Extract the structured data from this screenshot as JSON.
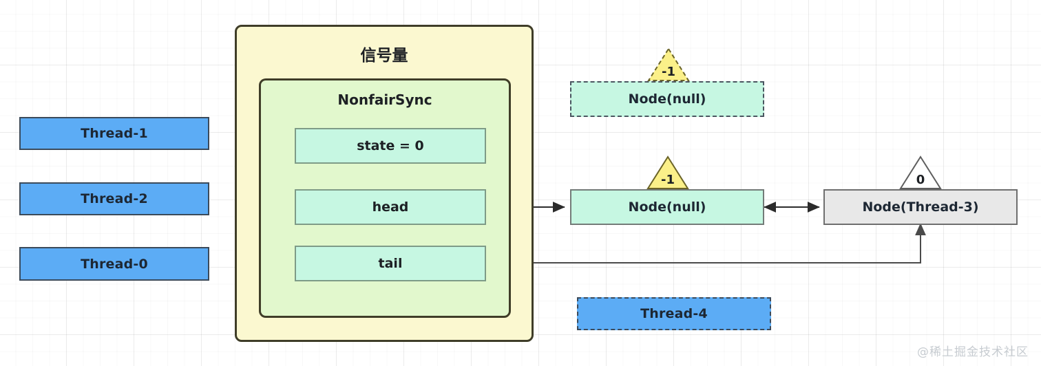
{
  "diagram": {
    "semaphore": {
      "title": "信号量",
      "sync": {
        "title": "NonfairSync",
        "fields": [
          {
            "name": "state-field",
            "label": "state = 0"
          },
          {
            "name": "head-field",
            "label": "head"
          },
          {
            "name": "tail-field",
            "label": "tail"
          }
        ]
      }
    },
    "threads": [
      {
        "label": "Thread-1",
        "style": "solid"
      },
      {
        "label": "Thread-2",
        "style": "solid"
      },
      {
        "label": "Thread-0",
        "style": "solid"
      }
    ],
    "waiting_thread": {
      "label": "Thread-4",
      "style": "dashed"
    },
    "queue_nodes": [
      {
        "id": "node-null-detached",
        "label": "Node(null)",
        "waitStatus": "-1",
        "style": "dashed",
        "fill": "green",
        "triangle": "dashed-yellow"
      },
      {
        "id": "node-null-head",
        "label": "Node(null)",
        "waitStatus": "-1",
        "style": "solid",
        "fill": "green",
        "triangle": "solid-yellow"
      },
      {
        "id": "node-thread-3",
        "label": "Node(Thread-3)",
        "waitStatus": "0",
        "style": "solid",
        "fill": "gray",
        "triangle": "solid-white"
      }
    ],
    "watermark": "@稀土掘金技术社区",
    "colors": {
      "thread_fill": "#5cacf5",
      "thread_border": "#3b4a5a",
      "outer_fill": "#fbf8d0",
      "inner_fill": "#e2f8cd",
      "field_fill": "#c6f7e2",
      "node_gray_fill": "#e8e8e8",
      "triangle_yellow": "#fbf089",
      "triangle_white": "#ffffff",
      "border_dark": "#3f3d28",
      "connector": "#4a4a4a"
    }
  }
}
